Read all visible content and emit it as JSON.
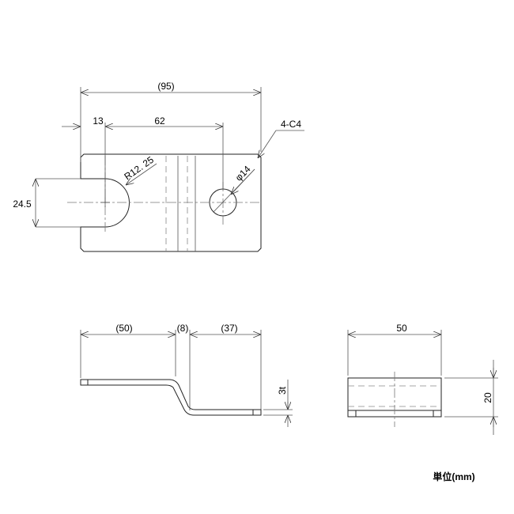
{
  "top_view": {
    "overall_length": "(95)",
    "offset_to_slot": "13",
    "slot_to_hole": "62",
    "chamfer": "4-C4",
    "slot_radius": "R12. 25",
    "hole_diameter": "φ14",
    "slot_width": "24.5"
  },
  "side_view": {
    "left_length": "(50)",
    "bend_length": "(8)",
    "right_length": "(37)",
    "thickness": "3t"
  },
  "front_view": {
    "width": "50",
    "height": "20"
  },
  "unit_label": "単位(mm)"
}
